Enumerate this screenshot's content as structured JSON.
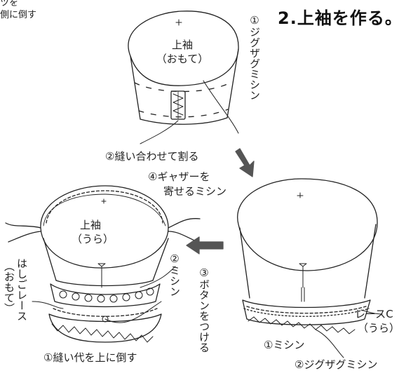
{
  "header": {
    "title": "2.上袖を作る。",
    "corner_line1": "ツを",
    "corner_line2": "側に倒す"
  },
  "fig1": {
    "piece_name": "上袖",
    "piece_side": "（おもて）",
    "zigzag_label": "①ジグザグミシン",
    "sew_split_label": "②縫い合わせて割る"
  },
  "fig2": {
    "gather_line1": "④ギャザーを",
    "gather_line2": "寄せるミシン",
    "piece_name": "上袖",
    "piece_side": "（うら）",
    "ladder_lace_label": "はしごレース",
    "ladder_lace_side": "（おもて）",
    "sew_label": "②ミシン",
    "button_label": "③ボタンをつける",
    "seam_label": "①縫い代を上に倒す"
  },
  "fig3": {
    "lace_label": "レースC",
    "lace_side": "（うら）",
    "sew_label": "①ミシン",
    "zigzag_label": "②ジグザグミシン"
  },
  "colors": {
    "line": "#222222",
    "arrow": "#555555",
    "background": "#ffffff"
  }
}
